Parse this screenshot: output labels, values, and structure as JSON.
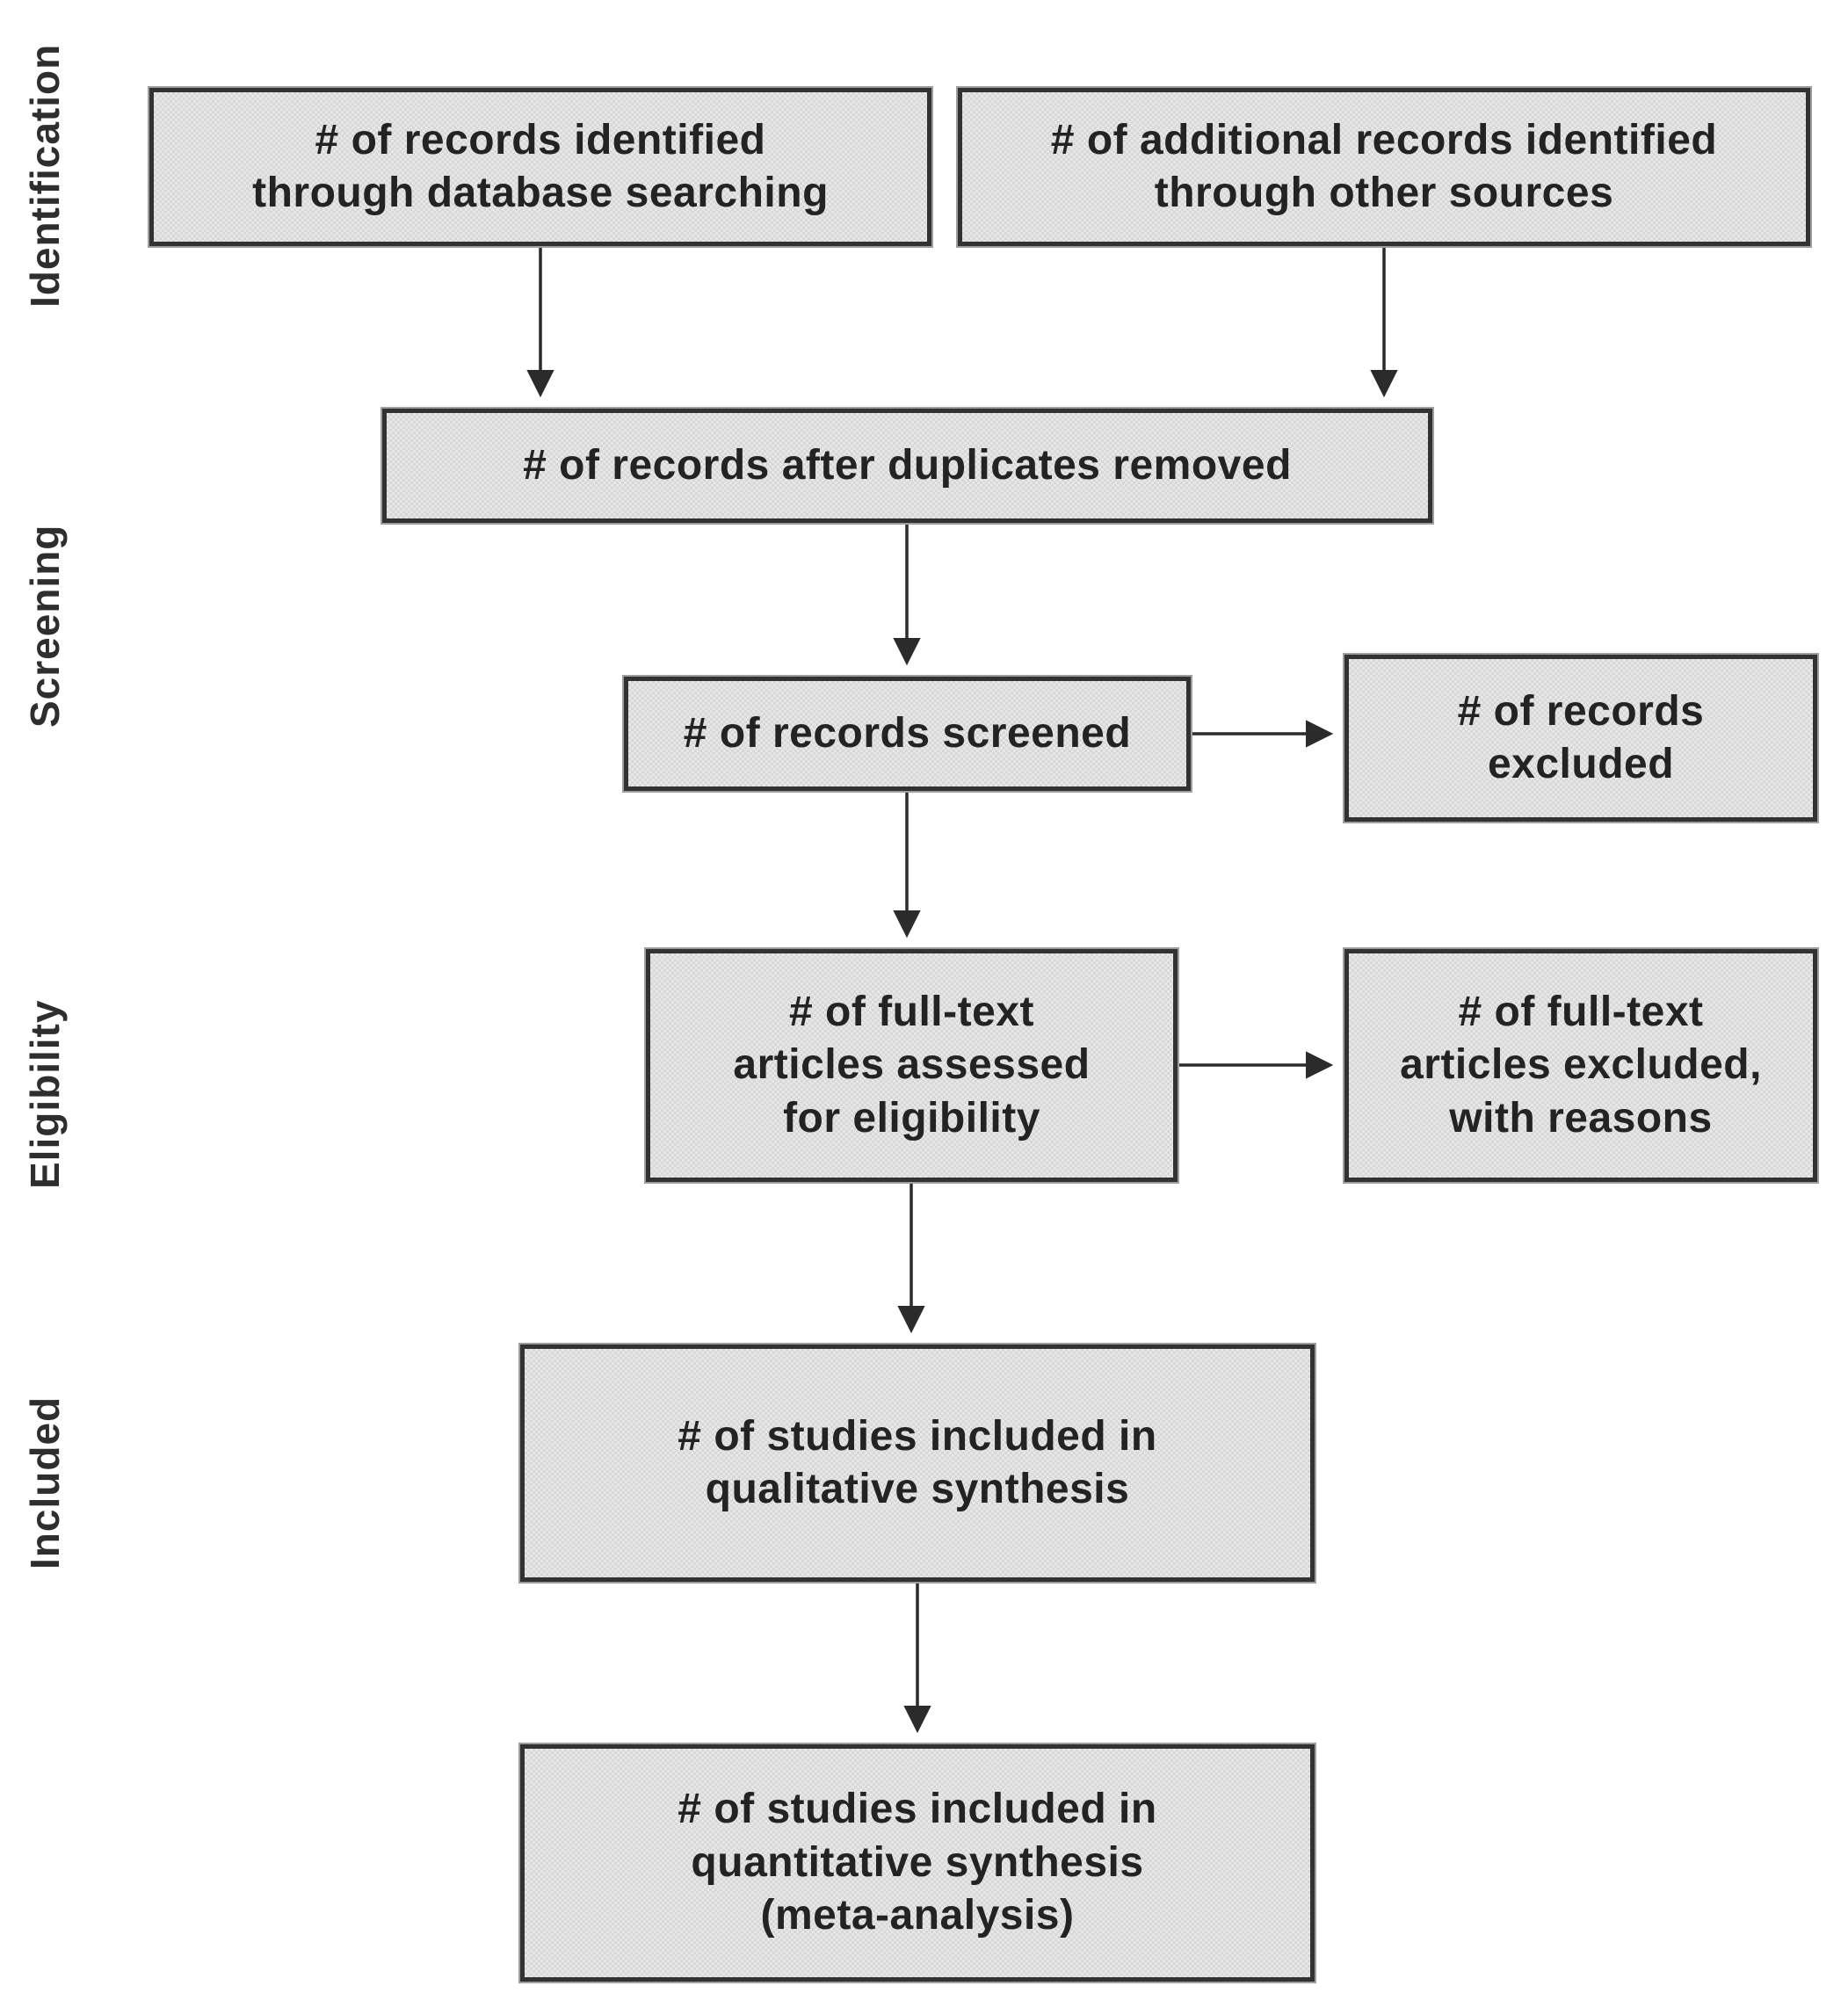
{
  "stages": [
    {
      "id": "identification",
      "label": "Identification"
    },
    {
      "id": "screening",
      "label": "Screening"
    },
    {
      "id": "eligibility",
      "label": "Eligibility"
    },
    {
      "id": "included",
      "label": "Included"
    }
  ],
  "nodes": {
    "db_search": {
      "label": "# of records identified\nthrough database searching",
      "stage": "Identification"
    },
    "other_sources": {
      "label": "# of additional records identified\nthrough other sources",
      "stage": "Identification"
    },
    "dedup": {
      "label": "# of records after duplicates removed",
      "stage": "Screening"
    },
    "screened": {
      "label": "# of records screened",
      "stage": "Screening"
    },
    "records_excluded": {
      "label": "# of records\nexcluded",
      "stage": "Screening"
    },
    "fulltext_assessed": {
      "label": "# of full-text\narticles assessed\nfor eligibility",
      "stage": "Eligibility"
    },
    "fulltext_excluded": {
      "label": "# of full-text\narticles excluded,\nwith reasons",
      "stage": "Eligibility"
    },
    "qualitative": {
      "label": "# of studies included in\nqualitative synthesis",
      "stage": "Included"
    },
    "quantitative": {
      "label": "# of studies included in\nquantitative synthesis\n(meta-analysis)",
      "stage": "Included"
    }
  },
  "edges": [
    {
      "from": "db_search",
      "to": "dedup",
      "direction": "down"
    },
    {
      "from": "other_sources",
      "to": "dedup",
      "direction": "down"
    },
    {
      "from": "dedup",
      "to": "screened",
      "direction": "down"
    },
    {
      "from": "screened",
      "to": "records_excluded",
      "direction": "right"
    },
    {
      "from": "screened",
      "to": "fulltext_assessed",
      "direction": "down"
    },
    {
      "from": "fulltext_assessed",
      "to": "fulltext_excluded",
      "direction": "right"
    },
    {
      "from": "fulltext_assessed",
      "to": "qualitative",
      "direction": "down"
    },
    {
      "from": "qualitative",
      "to": "quantitative",
      "direction": "down"
    }
  ],
  "colors": {
    "background": "#ffffff",
    "box_fill": "#e7e7e7",
    "box_texture": "#d7d7d7",
    "box_border": "#323232",
    "box_outer_edge": "#9e9e9e",
    "arrow": "#2b2b2b",
    "text": "#232323"
  }
}
